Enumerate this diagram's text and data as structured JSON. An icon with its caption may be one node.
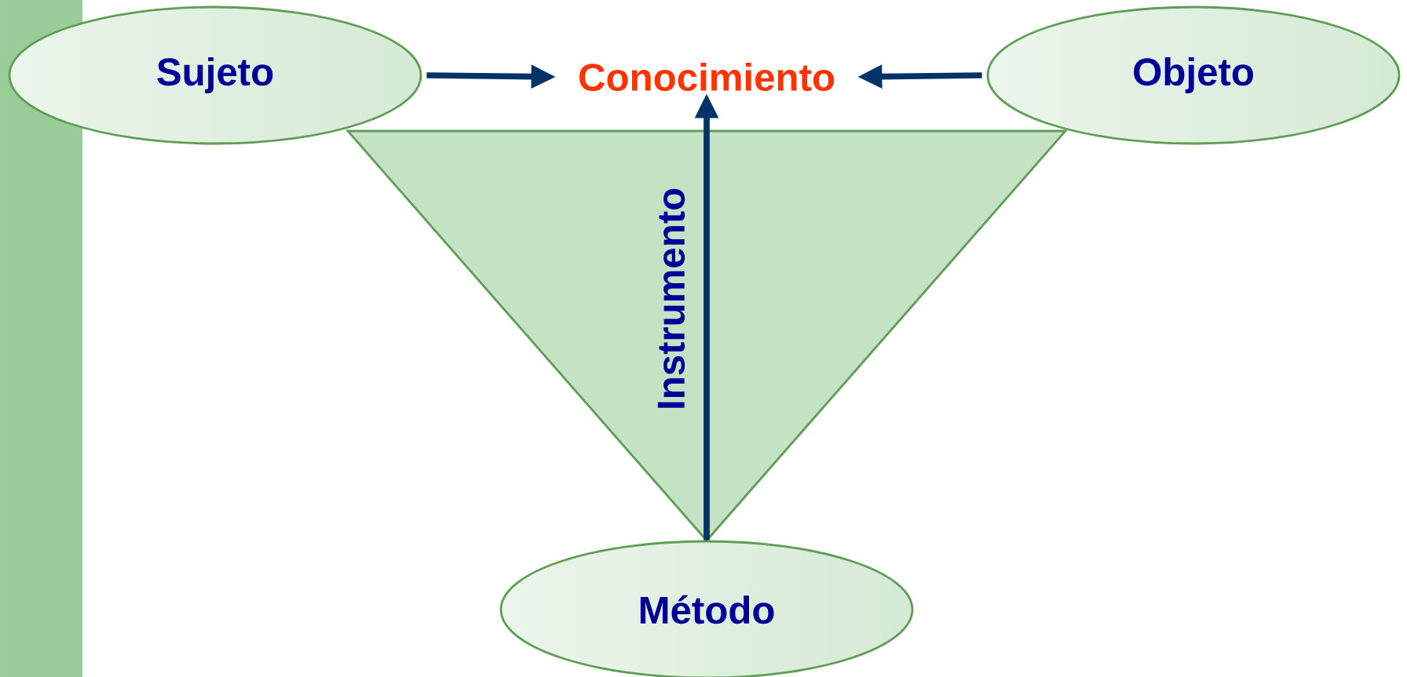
{
  "diagram": {
    "nodes": [
      {
        "text": [
          "Sujeto"
        ]
      },
      {
        "text": [
          "Conocimiento"
        ]
      },
      {
        "text": [
          "Objeto"
        ]
      },
      {
        "text": [
          "Método"
        ]
      }
    ],
    "edges": [
      {
        "from": 0,
        "to": 1,
        "arrow": "to"
      },
      {
        "from": 2,
        "to": 1,
        "arrow": "to"
      },
      {
        "from": 3,
        "to": 1,
        "arrow": "to",
        "label": "Instrumento"
      }
    ]
  }
}
